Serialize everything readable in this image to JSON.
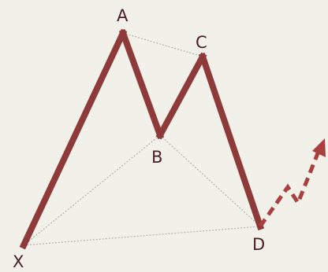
{
  "pattern": {
    "points": [
      {
        "id": "X",
        "label": "X"
      },
      {
        "id": "A",
        "label": "A"
      },
      {
        "id": "B",
        "label": "B"
      },
      {
        "id": "C",
        "label": "C"
      },
      {
        "id": "D",
        "label": "D"
      }
    ],
    "solid_legs": [
      [
        "X",
        "A"
      ],
      [
        "A",
        "B"
      ],
      [
        "B",
        "C"
      ],
      [
        "C",
        "D"
      ]
    ],
    "dotted_lines": [
      [
        "X",
        "B"
      ],
      [
        "B",
        "D"
      ],
      [
        "X",
        "D"
      ],
      [
        "A",
        "C"
      ]
    ],
    "has_projection_arrow": true
  },
  "colors": {
    "background": "#f2f1e9",
    "leg": "#8e3a3a",
    "projection": "#a84040",
    "dotted": "#b8b8b0",
    "label": "#4a2020"
  }
}
